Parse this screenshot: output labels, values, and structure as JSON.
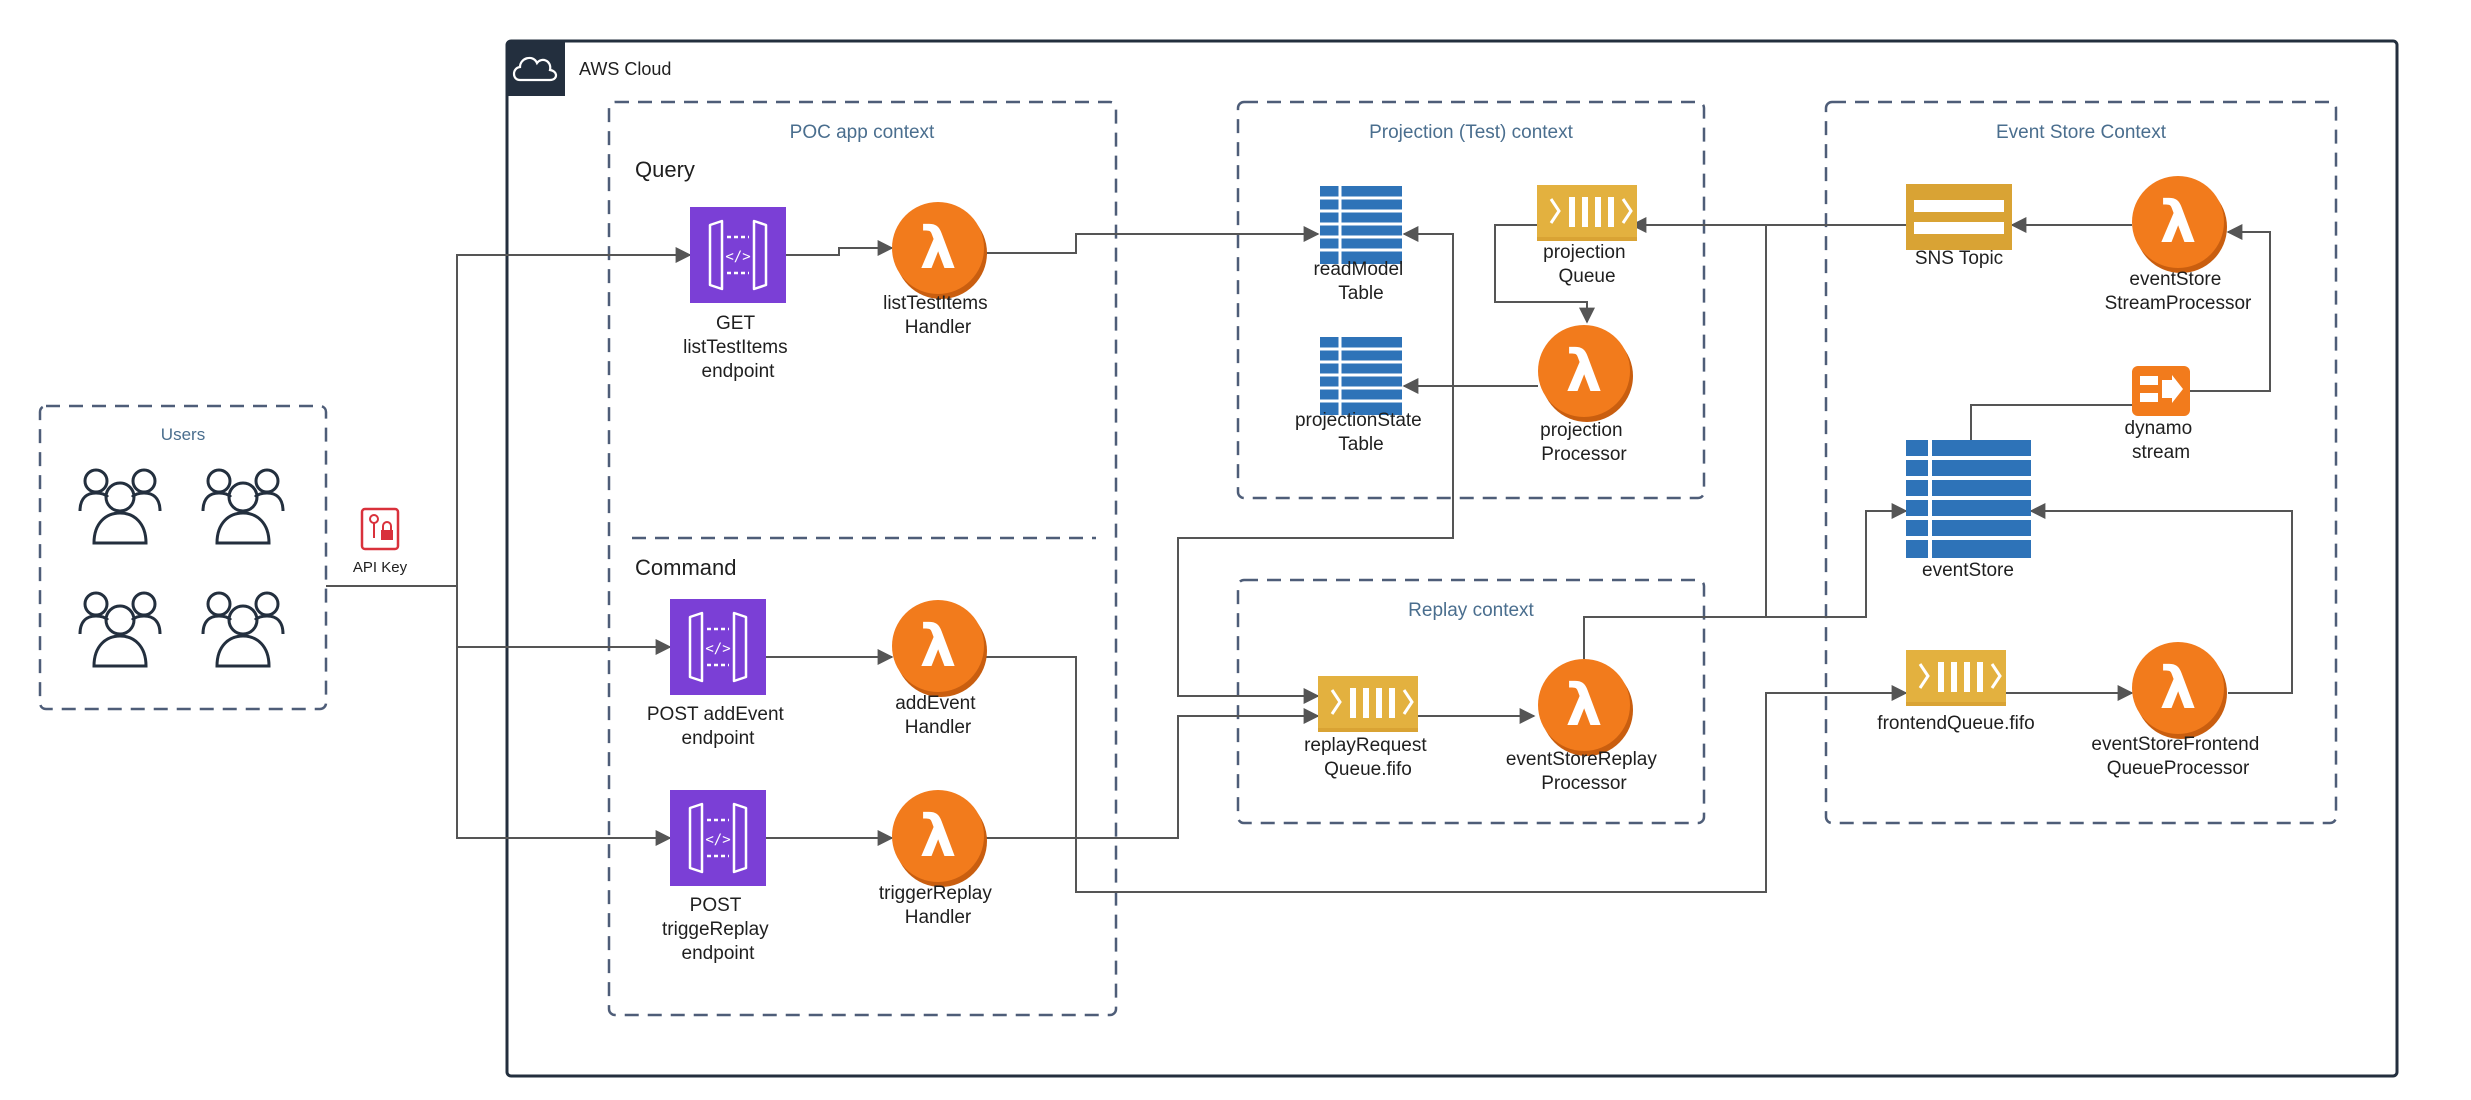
{
  "aws_cloud_label": "AWS Cloud",
  "users": {
    "title": "Users",
    "api_key_label": "API Key"
  },
  "contexts": {
    "poc": {
      "title": "POC app context",
      "query_label": "Query",
      "command_label": "Command"
    },
    "projection": {
      "title": "Projection (Test) context"
    },
    "replay": {
      "title": "Replay context"
    },
    "event_store": {
      "title": "Event Store Context"
    }
  },
  "nodes": {
    "get_endpoint": [
      "GET",
      "listTestItems",
      "endpoint"
    ],
    "list_handler": [
      "listTestItems",
      "Handler"
    ],
    "post_add_endpoint": [
      "POST addEvent",
      "endpoint"
    ],
    "add_handler": [
      "addEvent",
      "Handler"
    ],
    "post_replay_endpoint": [
      "POST",
      "triggeReplay",
      "endpoint"
    ],
    "trigger_handler": [
      "triggerReplay",
      "Handler"
    ],
    "read_model_table": [
      "readModel",
      "Table"
    ],
    "projection_state_table": [
      "projectionState",
      "Table"
    ],
    "projection_queue": [
      "projection",
      "Queue"
    ],
    "projection_processor": [
      "projection",
      "Processor"
    ],
    "replay_queue": [
      "replayRequest",
      "Queue.fifo"
    ],
    "replay_processor": [
      "eventStoreReplay",
      "Processor"
    ],
    "sns_topic": [
      "SNS Topic"
    ],
    "stream_processor": [
      "eventStore",
      "StreamProcessor"
    ],
    "dynamo_stream": [
      "dynamo",
      "stream"
    ],
    "event_store": [
      "eventStore"
    ],
    "frontend_queue": [
      "frontendQueue.fifo"
    ],
    "frontend_processor": [
      "eventStoreFrontend",
      "QueueProcessor"
    ]
  },
  "colors": {
    "api_gateway": "#7b3fd6",
    "lambda": "#f27b1c",
    "dynamodb": "#2e73b8",
    "sqs": "#d9a334",
    "context_border": "#4e5d78",
    "api_key": "#d9313b"
  }
}
